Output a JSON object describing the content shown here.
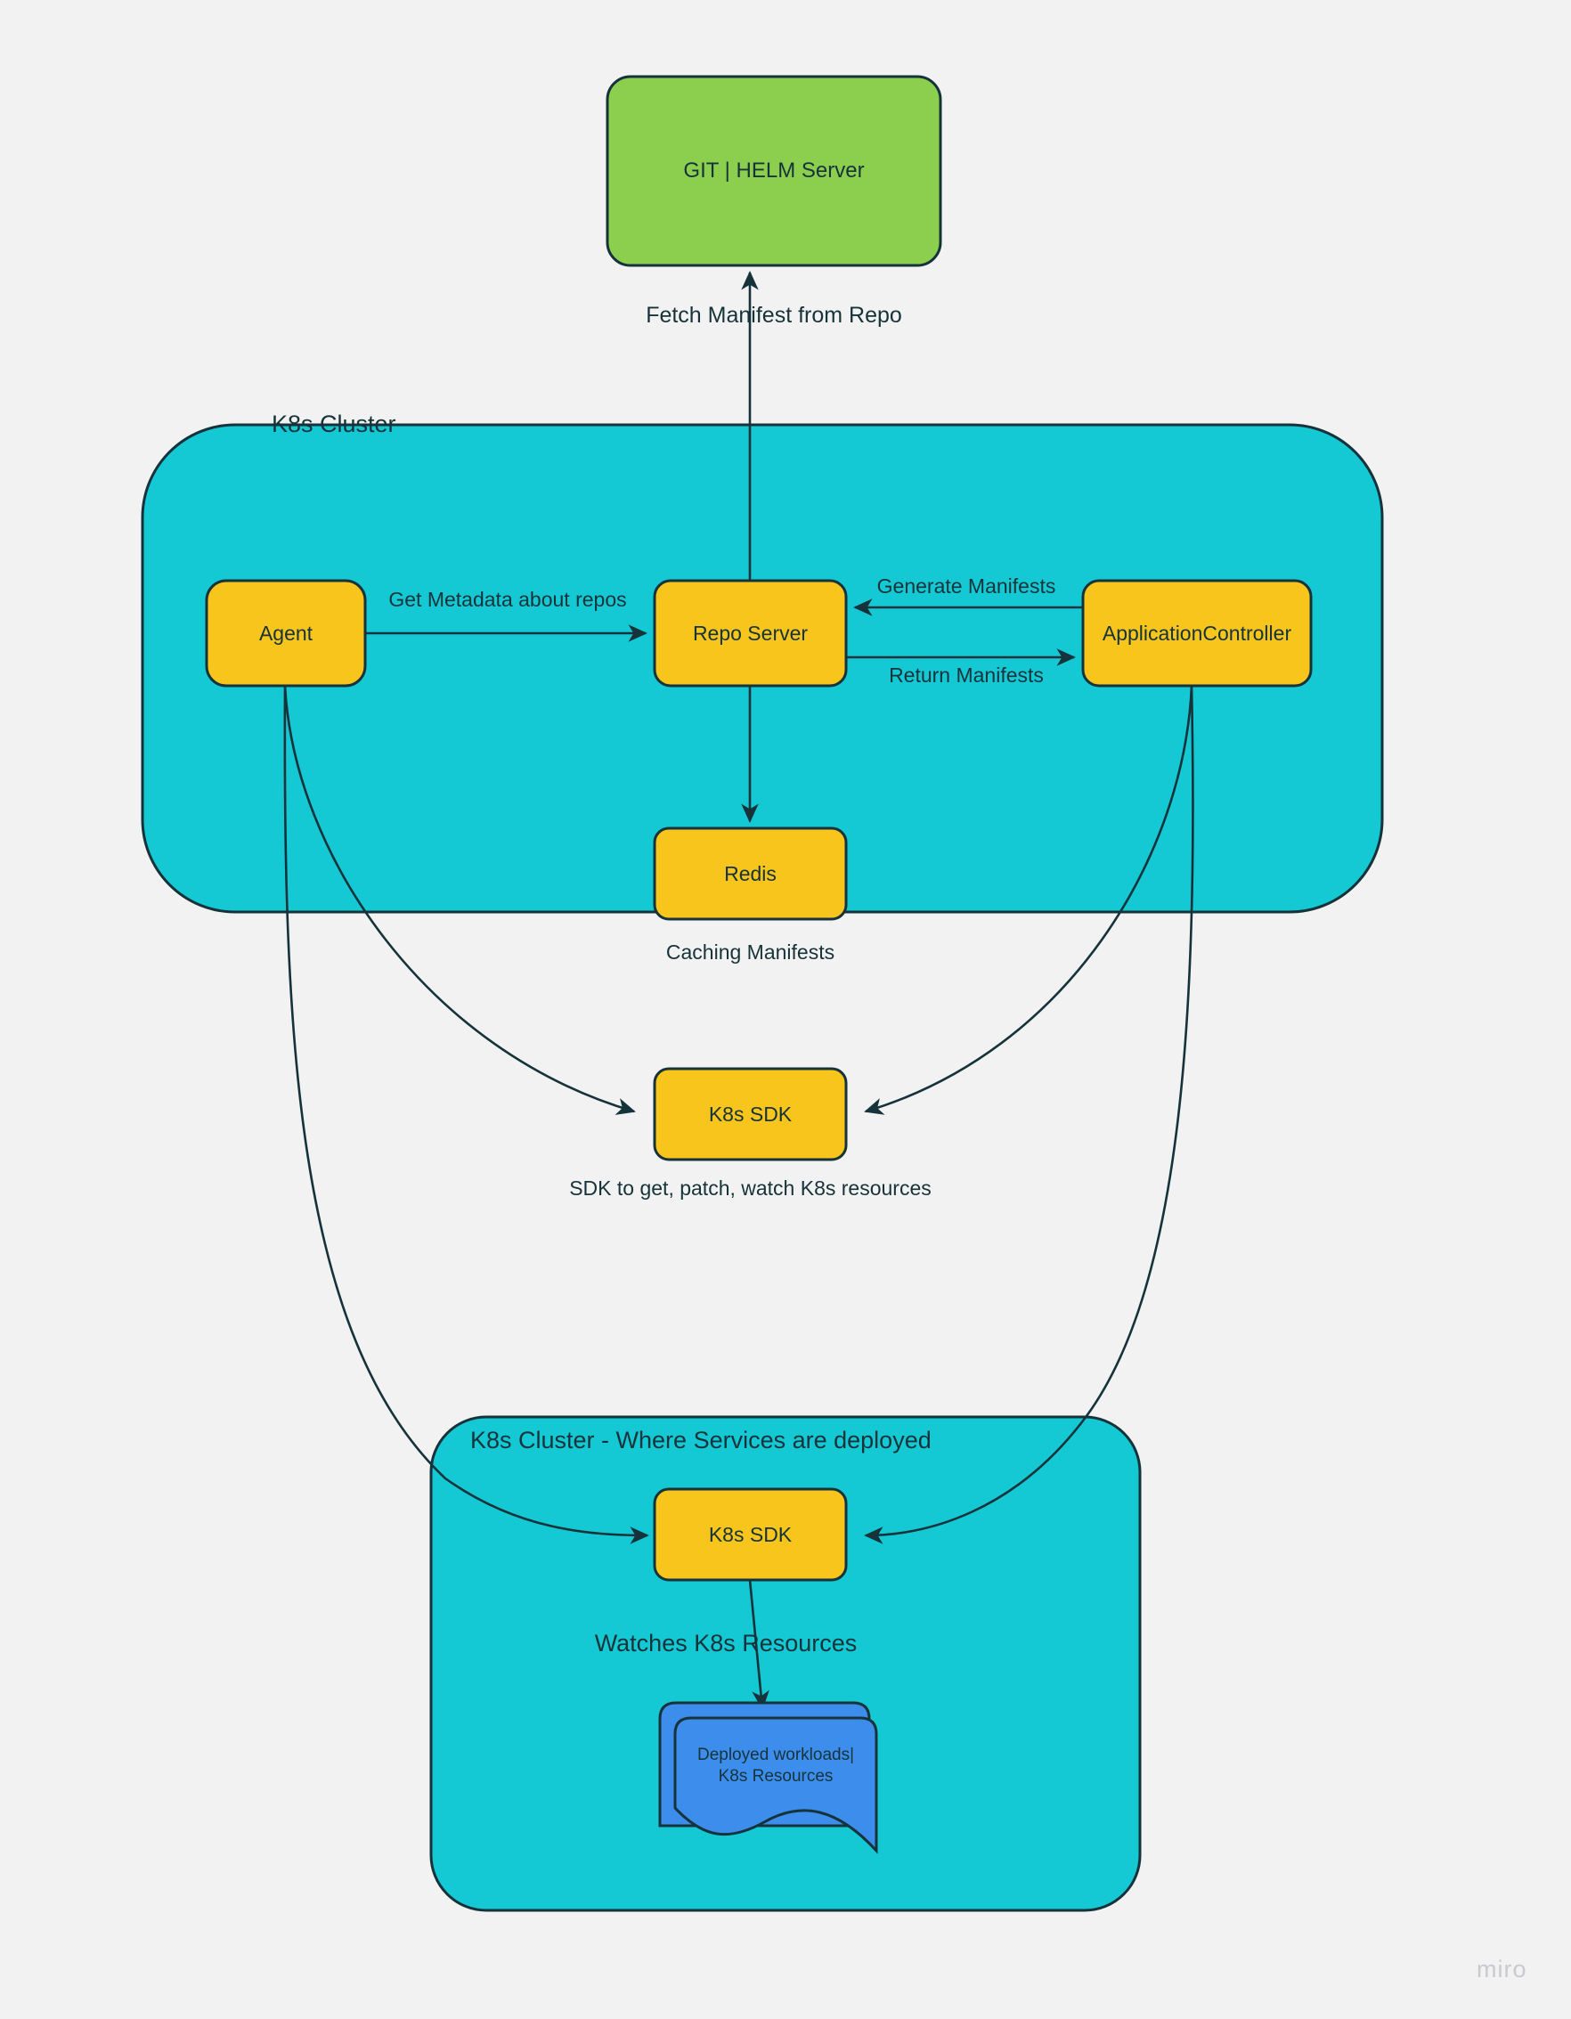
{
  "diagram": {
    "title_text": "",
    "background_color": "#f2f2f2",
    "watermark": "miro"
  },
  "colors": {
    "green_node": "#8CCF4E",
    "cyan_cluster": "#14C8D4",
    "yellow_node": "#F7C51B",
    "blue_doc": "#3D8EEC",
    "stroke": "#16323a",
    "text": "#17333a"
  },
  "nodes": {
    "git_helm_server": {
      "label": "GIT | HELM Server"
    },
    "agent": {
      "label": "Agent"
    },
    "repo_server": {
      "label": "Repo Server"
    },
    "application_controller": {
      "label": "ApplicationController"
    },
    "redis": {
      "label": "Redis"
    },
    "k8s_sdk_top": {
      "label": "K8s SDK"
    },
    "k8s_sdk_bottom": {
      "label": "K8s SDK"
    },
    "deployed_workloads": {
      "label": "Deployed workloads|\nK8s Resources"
    }
  },
  "clusters": {
    "top": {
      "title": "K8s Cluster"
    },
    "bottom": {
      "title": "K8s Cluster - Where Services are deployed"
    }
  },
  "edge_labels": {
    "fetch_manifest": "Fetch Manifest from Repo",
    "get_metadata": "Get Metadata about repos",
    "generate_manifests": "Generate Manifests",
    "return_manifests": "Return Manifests",
    "watches_k8s_resources": "Watches K8s Resources"
  },
  "captions": {
    "caching_manifests": "Caching Manifests",
    "sdk_description": "SDK to get, patch, watch K8s resources"
  }
}
